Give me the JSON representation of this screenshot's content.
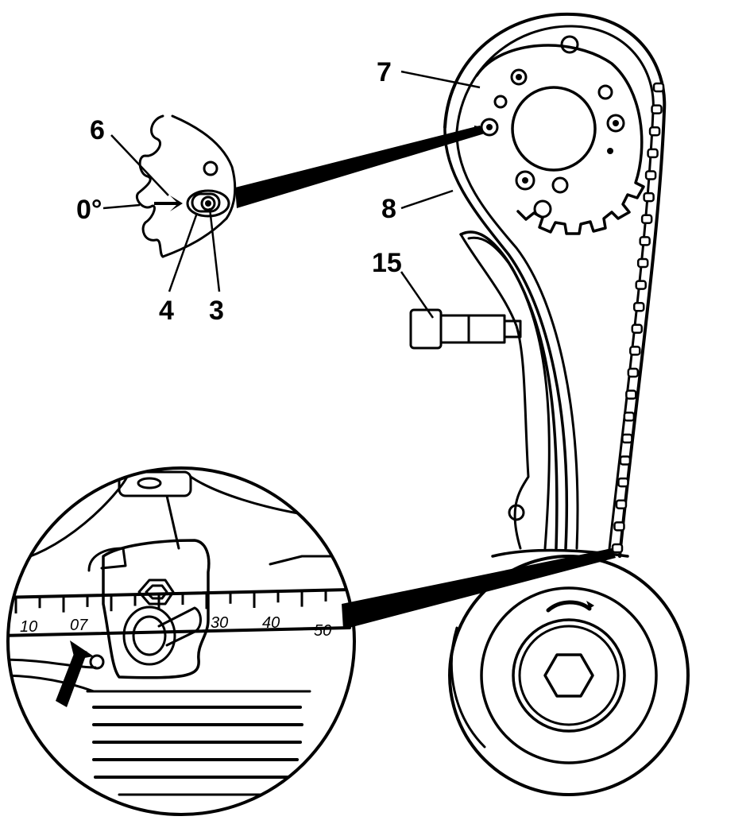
{
  "callouts": {
    "mark_6": "6",
    "degree_0": "0°",
    "hole_4": "4",
    "pin_3": "3",
    "sprocket_7": "7",
    "chain_8": "8",
    "tensioner_15": "15"
  },
  "scale_ticks": [
    "10",
    "07",
    "30",
    "40",
    "50"
  ],
  "colors": {
    "ink": "#000000",
    "paper": "#ffffff"
  }
}
